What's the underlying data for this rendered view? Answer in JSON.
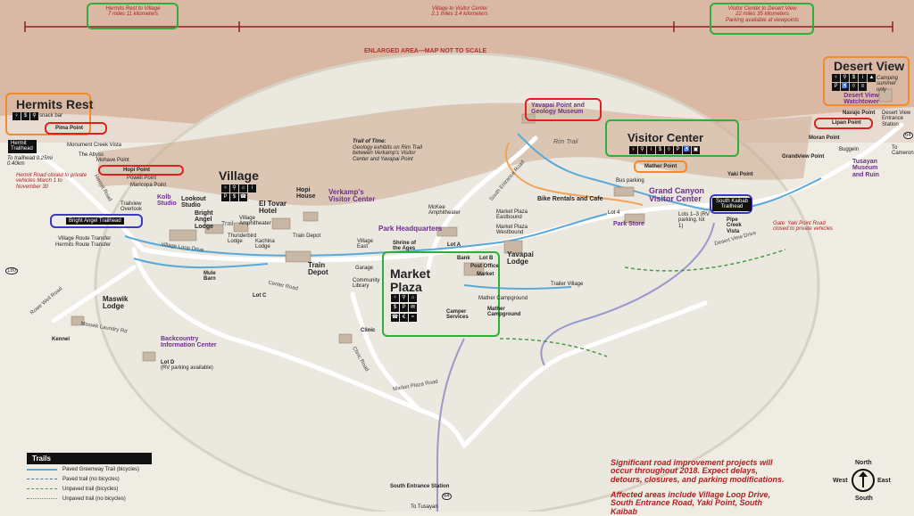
{
  "distance_bars": [
    {
      "text": "Hermits Rest to Village",
      "sub": "7 miles 11 kilometers"
    },
    {
      "text": "Village to Visitor Center",
      "sub": "2.1 miles 3.4 kilometers"
    },
    {
      "text": "Visitor Center to Desert View",
      "sub": "22 miles 35 kilometers",
      "note": "Parking available at viewpoints"
    }
  ],
  "enlarged_note": "ENLARGED AREA—MAP NOT TO SCALE",
  "headings": {
    "hermits_rest": "Hermits Rest",
    "snack_bar": "snack bar",
    "village": "Village",
    "market_plaza": "Market Plaza",
    "visitor_center": "Visitor Center",
    "desert_view": "Desert View",
    "camping_note": "Camping summer only"
  },
  "places": {
    "pima_point": "Pima Point",
    "monument_creek": "Monument Creek Vista",
    "the_abyss": "The Abyss",
    "mohave_point": "Mohave Point",
    "hopi_point": "Hopi Point",
    "powell_point": "Powell Point",
    "maricopa_point": "Maricopa Point",
    "hermit_trailhead": "Hermit Trailhead",
    "to_trailhead": "To trailhead 0.25mi 0.40km",
    "hermit_road_note": "Hermit Road closed to private vehicles March 1 to November 30",
    "trailview": "Trailview Overlook",
    "bright_angel_th": "Bright Angel Trailhead",
    "kolb": "Kolb Studio",
    "lookout": "Lookout Studio",
    "bright_angel_lodge": "Bright Angel Lodge",
    "thunderbird": "Thunderbird Lodge",
    "el_tovar": "El Tovar Hotel",
    "hopi_house": "Hopi House",
    "verkamps": "Verkamp's Visitor Center",
    "village_amph": "Village Amphitheater",
    "kachina": "Kachina Lodge",
    "village_route": "Village Route Transfer",
    "hermits_route": "Hermits Route Transfer",
    "train_depot": "Train Depot",
    "train_depot2": "Train Depot",
    "village_east": "Village East",
    "mule_barn": "Mule Barn",
    "maswik": "Maswik Lodge",
    "kennel": "Kennel",
    "backcountry": "Backcountry Information Center",
    "lot_d": "Lot D",
    "lot_d_note": "(RV parking available)",
    "lot_c": "Lot C",
    "clinic": "Clinic",
    "garage": "Garage",
    "community_library": "Community Library",
    "park_hq": "Park Headquarters",
    "shrine": "Shrine of the Ages",
    "lot_a": "Lot A",
    "mckee": "McKee Amphitheater",
    "trail_of_time": "Trail of Time:",
    "trail_of_time_note": "Geology exhibits on Rim Trail between Verkamp's Visitor Center and Yavapai Point",
    "yavapai": "Yavapai Point and Geology Museum",
    "yavapai_lodge": "Yavapai Lodge",
    "market_eastbound": "Market Plaza Eastbound",
    "market_westbound": "Market Plaza Westbound",
    "market_plaza_small": "Market Plaza",
    "bank": "Bank",
    "lot_b": "Lot B",
    "post_office": "Post Office",
    "market": "Market",
    "mather_cg": "Mather Campground",
    "mather_cg2": "Mather Campground",
    "camper_services": "Camper Services",
    "trailer_village": "Trailer Village",
    "bike_rentals": "Bike Rentals and Cafe",
    "bus_parking": "Bus parking",
    "lot_4": "Lot 4",
    "park_store": "Park Store",
    "mather_point": "Mather Point",
    "gcvc": "Grand Canyon Visitor Center",
    "lots_13": "Lots 1–3 (RV parking, lot 1)",
    "yaki_point": "Yaki Point",
    "south_kaibab": "South Kaibab Trailhead",
    "pipe_creek": "Pipe Creek Vista",
    "gate_note": "Gate: Yaki Point Road closed to private vehicles",
    "moran_point": "Moran Point",
    "grandview": "Grandview Point",
    "buggeln": "Buggeln",
    "to_cameron": "To Cameron",
    "tusayan_museum": "Tusayan Museum and Ruin",
    "navajo_point": "Navajo Point",
    "lipan_point": "Lipan Point",
    "desert_view_station": "Desert View Entrance Station",
    "watchtower": "Desert View Watchtower",
    "south_entrance_station": "South Entrance Station",
    "to_tusayan": "To Tusayan"
  },
  "roads": {
    "rim_trail": "Rim Trail",
    "village_loop": "Village Loop Drive",
    "center_road": "Center Road",
    "south_entrance_rd": "South Entrance Road",
    "market_plaza_rd": "Market Plaza Road",
    "clinic_rd": "Clinic Road",
    "rowe_well": "Rowe Well Road",
    "maswik_laundry": "Maswik Laundry Rd",
    "desert_view_dr": "Desert View Drive",
    "hermit_road": "Hermit Road",
    "trail": "Trail",
    "route_64a": "64",
    "route_64b": "64",
    "route_180": "180"
  },
  "legend": {
    "title": "Trails",
    "items": [
      "Paved Greenway Trail (bicycles)",
      "Paved trail (no bicycles)",
      "Unpaved trail (bicycles)",
      "Unpaved trail (no bicycles)"
    ]
  },
  "notice": {
    "line1": "Significant road improvement projects will occur throughout 2018. Expect delays, detours, closures, and parking modifications.",
    "line2": "Affected areas include Village Loop Drive, South Entrance Road, Yaki Point, South Kaibab"
  },
  "compass": {
    "north": "North",
    "south": "South",
    "east": "East",
    "west": "West"
  },
  "colors": {
    "highlight_green": "#2fae3a",
    "highlight_red": "#e0201d",
    "highlight_blue": "#3a3ac2",
    "highlight_orange": "#f08a2a",
    "greenway": "#5aa9d8",
    "purple_label": "#6b2f8a"
  }
}
